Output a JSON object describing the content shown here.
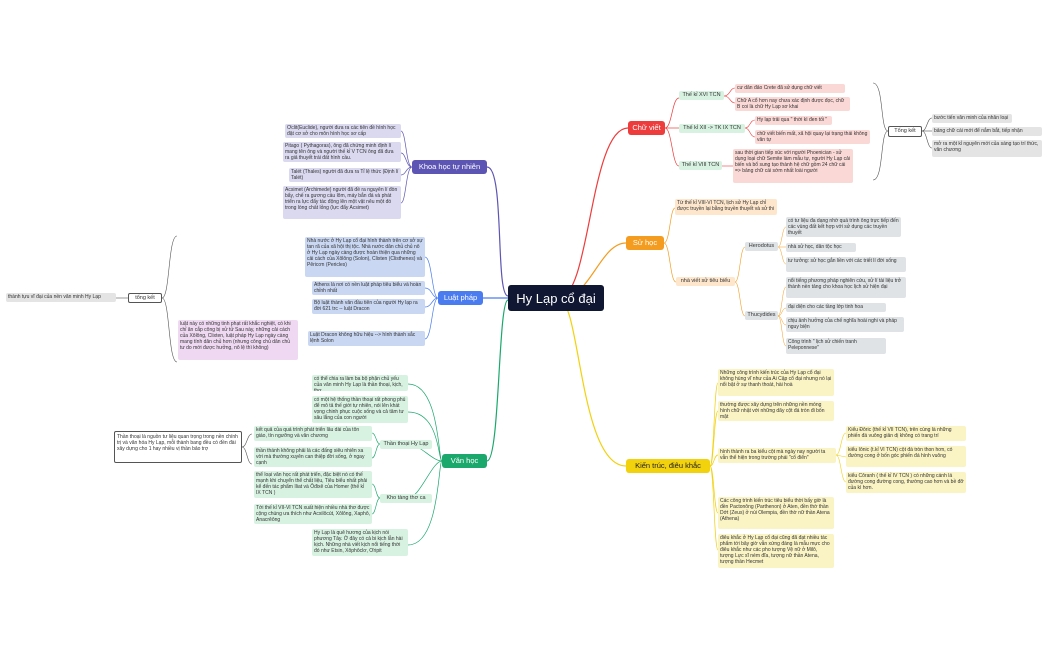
{
  "root": "Hy Lạp cổ đại",
  "branches": {
    "chu_viet": "Chữ viết",
    "su_hoc": "Sử học",
    "kien_truc": "Kiến trúc, điêu khắc",
    "van_hoc": "Văn học",
    "luat_phap": "Luật pháp",
    "khoa_hoc": "Khoa học tự nhiên"
  },
  "chu_viet": {
    "xvi_label": "Thế kỉ XVI TCN",
    "xvi_items": [
      "cư dân đảo Crete đã sử dụng chữ viết",
      "Chữ A cổ hơn nay chưa xác định được đọc, chữ B coi là chữ Hy Lạp sơ khai"
    ],
    "xii_label": "Thế kỉ XII -> TK IX TCN",
    "xii_items": [
      "Hy lạp trải qua \" thời kì đen tối \"",
      "chữ viết biến mất, xã hội quay lại trạng thái không văn tự"
    ],
    "viii_label": "Thế kỉ VIII TCN",
    "viii_text": "sau thời gian tiếp xúc với người Phoenician - sử dụng loại chữ Semite làm mẫu tự, người Hy Lạp cải biến và bổ sung tạo thành hệ chữ gồm 24 chữ cái => bảng chữ cái sớm nhất loài người",
    "tongket_label": "Tổng kết",
    "tongket_items": [
      "bước tiến văn minh của nhân loại",
      "bảng chữ cái mới để nắm bắt, tiếp nhận",
      "mở ra một kỉ nguyên mới của sáng tạo trí thức, văn chương"
    ]
  },
  "su_hoc": {
    "intro": "Từ thế kỉ VIII-VI TCN, lịch sử Hy Lạp chỉ được truyền lại bằng truyền thuyết và sử thi",
    "writer_label": "nhà viết sử tiêu biểu",
    "herodotus": "Herodotus",
    "herodotus_items": [
      "có tư liệu đa dạng nhờ quá trình ông trực tiếp đến các vùng đất kết hợp với sử dụng các truyền thuyết",
      "nhà sử học, dân tộc học",
      "tư tưởng: sử học gắn liền với các triết lí đời sống"
    ],
    "thucydides": "Thucydides",
    "thucydides_items": [
      "nổi tiếng phương pháp nghiên cứu, xử lí tài liệu trở thành nền tảng cho khoa học lịch sử hiện đại",
      "đại diện cho các tầng lớp tinh hoa",
      "chịu ảnh hưởng của chế nghĩa hoài nghi và pháp nguy biện",
      "Công trình \" lịch sử chiến tranh Peleponnese\""
    ]
  },
  "kien_truc": {
    "intro": "Những công trình kiến trúc của Hy Lạp cổ đại không hùng vĩ như của Ai Cập cổ đại nhưng nó lại nổi bật ở sự thanh thoát, hài hoà",
    "item2": "thường được xây dựng trên những nền móng hình chữ nhật với những dãy cột đá tròn đi bốn mặt",
    "styles_label": "hình thành ra ba kiểu cột mà ngày nay người ta vẫn thể hiện trong trường phái \"cổ điển\"",
    "styles": [
      "Kiểu Đôric (thế kỉ VII TCN), trên cùng là những phiến đá vuông giản dị không có trang trí",
      "kiểu Iônic (t.kỉ VI TCN) cột đá tròn thon hơn, có đường cong ở bốn góc phiến đá hình vuông",
      "kiểu Côranh ( thế kỉ IV TCN ) có những cánh lá đường cong đường cong, thường cao hơn và bề đỡ của kì hơn."
    ],
    "item4": "Các công trình kiến trúc tiêu biểu thời bấy giờ là đền Pactonông (Parthenon) ở Aten, đền thờ thần Dớt (Zeus) ở núi Olempia, đền thờ nữ thần Atena (Athena)",
    "item5": "điêu khắc ở Hy Lạp cổ đại cũng đã đạt nhiều tác phẩm tới bây giờ vẫn xứng đáng là mẫu mực cho điêu khắc như các pho tượng Vệ nữ ở Milô, tượng Lực sĩ ném đĩa, tượng nữ thần Atena, tượng thần Hecmet"
  },
  "van_hoc": {
    "item1": "có thể chia ra làm ba bộ phận chủ yếu của văn minh Hy Lạp là thần thoại, kịch, thơ",
    "item2": "có một hệ thống thần thoại rất phong phú để mô tả thế giới tự nhiên, nói lên khát vọng chinh phục cuộc sống và cả tâm tư sâu lắng của con người",
    "than_thoai_label": "Thần thoại Hy Lạp",
    "than_thoai_items": [
      "kết quả của quá trình phát triển lâu dài của tôn giáo, tín ngưỡng và văn chương",
      "thần thánh không phải là các đấng siêu nhiên xa vời mà thường xuyên can thiệp đời sống, ở ngay cạnh"
    ],
    "tho_label": "Kho tàng thơ ca",
    "tho_items": [
      "thể loại văn học rất phát triển, đặc biệt nó có thế mạnh khi chuyển thể chất liệu, Tiêu biểu nhất phải kể đến tác phẩm Iliat và Ôđixê của Homer (thế kỉ IX TCN )",
      "Tới thế kỉ VII-VI TCN xuất hiện nhiều nhà thơ được cộng chúng ưa thích như Acxilôcút, Xôlông, Xaphô, Anacrêông"
    ],
    "kich": "Hy Lạp là quê hương của kịch nói phương Tây. Ở đây có cả bi kịch lẫn hài kịch. Những nhà viết kịch nổi tiếng thời đó như Etsin, Xôphôclơ, Ơripit",
    "summary": "Thần thoại là nguồn tư liệu quan trọng trong nền chính trị và văn hóa Hy Lạp, mỗi thành bang đều có đền đài xây dựng cho 1 hay nhiều vị thần bảo trợ"
  },
  "luat_phap": {
    "item1": "Nhà nước ở Hy Lạp cổ đại hình thành trên cơ sở sự tan rã của xã hội thị tộc. Nhà nước dân chủ chủ nô ở Hy Lạp ngày càng được hoàn thiện qua những cải cách của Xôlông (Solon), Clixten (Clisthenes) và Pêricơn (Pericles)",
    "item2": "Athens là nơi có nền luật pháp tiêu biểu và hoàn chỉnh nhất",
    "item3": "Bộ luật thành văn đầu tiên của người Hy lạp ra đời 621 trc -- luật Dracon",
    "item4": "Luật Dracon không hữu hiệu --> hình thành sắc lệnh Solon",
    "summary_label": "thành tựu vĩ đại của nền văn minh Hy Lạp",
    "tongket": "tổng kết",
    "note": "luật này có những tinh phạt rất khắc nghiệt, có khi chỉ ăn cắp công bị xử tử Sau này, những cải cách của Xôlông, Clixten, luật pháp Hy Lạp ngày càng mang tính dân chủ hơn (nhưng công chủ dân chủ tư do mới được hưởng, nô lệ thì không)"
  },
  "khoa_hoc": {
    "item1": "Ơclit(Euclide), người đưa ra các tiên đề hình học đặt cơ sở cho môn hình học sơ cấp",
    "item2": "Pitago ( Pythagoras), ông đã chứng minh định lí mang tên ông và người thế kỉ V TCN ông đã đưa ra giả thuyết trái đất hình cầu.",
    "item3": "Talét (Thales) người đã đưa ra Tỉ lệ thức (Định lí Talét)",
    "item4": "Acsimet (Archimede) người đã đề ra nguyên lí đòn bẩy, chế ra gương cầu lõm, máy bắn đá và phát triển ra lực đẩy tác động lên một vật nêu một đó trong lòng chất lỏng (lực đẩy Acsimet)"
  },
  "colors": {
    "root": "#0f1733",
    "red": "#ee3b3b",
    "orange": "#f39c1f",
    "yellow": "#f2d10d",
    "green": "#1aa86c",
    "blue": "#4a7cf0",
    "purple": "#5c55b3"
  }
}
